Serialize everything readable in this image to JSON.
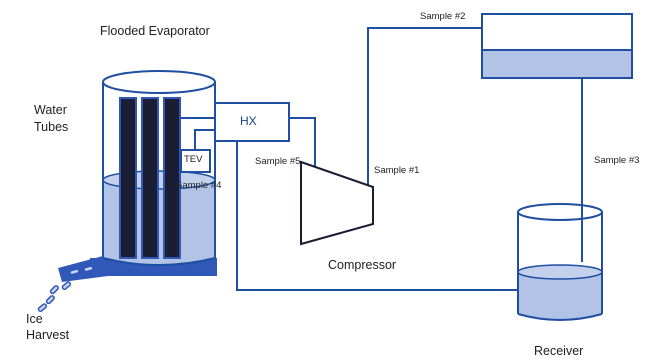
{
  "colors": {
    "line": "#1f4fa3",
    "liquid": "#b3c3e6",
    "dark_tube": "#1a1d33",
    "ice": "#2f58b8",
    "ice_light": "#c9d6f0"
  },
  "labels": {
    "evaporator": "Flooded Evaporator",
    "water_tubes_1": "Water",
    "water_tubes_2": "Tubes",
    "hx": "HX",
    "tev": "TEV",
    "compressor": "Compressor",
    "receiver": "Receiver",
    "ice_harvest_1": "Ice",
    "ice_harvest_2": "Harvest",
    "sample_1": "Sample #1",
    "sample_2": "Sample #2",
    "sample_3": "Sample #3",
    "sample_4": "Sample #4",
    "sample_5": "Sample #5"
  }
}
